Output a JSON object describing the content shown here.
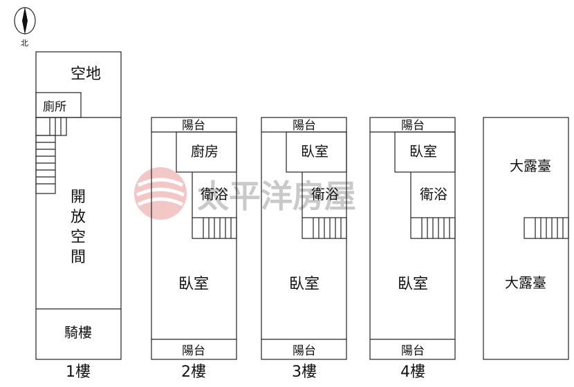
{
  "compass": {
    "icon": "north-arrow-icon",
    "label": "北"
  },
  "watermark": {
    "text": "太平洋房屋",
    "logo_color": "#e06060"
  },
  "floors": [
    {
      "label": "1樓",
      "rooms": {
        "open_land": "空地",
        "toilet": "廁所",
        "open_space": "開\n放\n空\n間",
        "arcade": "騎樓"
      }
    },
    {
      "label": "2樓",
      "rooms": {
        "balcony_top": "陽台",
        "kitchen": "廚房",
        "bathroom": "衛浴",
        "bedroom": "臥室",
        "balcony_bottom": "陽台"
      }
    },
    {
      "label": "3樓",
      "rooms": {
        "balcony_top": "陽台",
        "bedroom_small": "臥室",
        "bathroom": "衛浴",
        "bedroom": "臥室",
        "balcony_bottom": "陽台"
      }
    },
    {
      "label": "4樓",
      "rooms": {
        "balcony_top": "陽台",
        "bedroom_small": "臥室",
        "bathroom": "衛浴",
        "bedroom": "臥室",
        "balcony_bottom": "陽台"
      }
    },
    {
      "label": "",
      "rooms": {
        "terrace_top": "大露臺",
        "terrace_bottom": "大露臺"
      }
    }
  ]
}
